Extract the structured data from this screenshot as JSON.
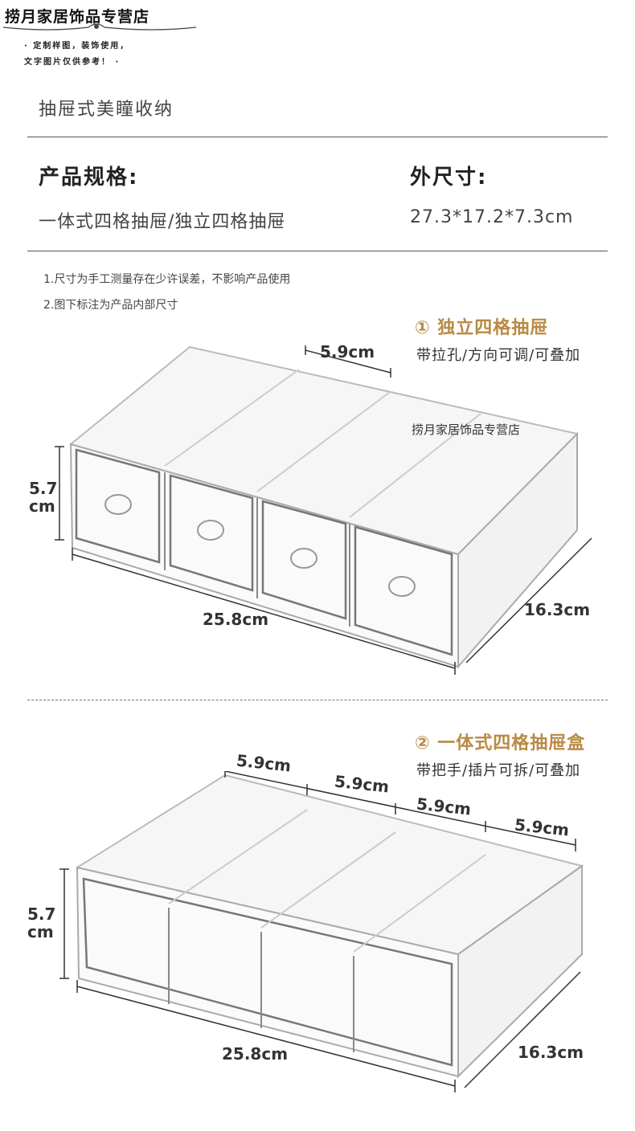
{
  "header": {
    "store_name": "捞月家居饰品专营店",
    "notice_line1": "· 定制样图，装饰使用，",
    "notice_line2": "文字图片仅供参考！ ·",
    "subtitle": "抽屉式美瞳收纳"
  },
  "specs": {
    "spec_label": "产品规格:",
    "spec_value": "一体式四格抽屉/独立四格抽屉",
    "size_label": "外尺寸:",
    "size_value": "27.3*17.2*7.3cm"
  },
  "notes": [
    "1.尺寸为手工测量存在少许误差，不影响产品使用",
    "2.图下标注为产品内部尺寸"
  ],
  "product1": {
    "title": "① 独立四格抽屉",
    "subtitle": "带拉孔/方向可调/可叠加",
    "watermark": "捞月家居饰品专营店",
    "dims": {
      "top_width": "5.9cm",
      "height_line1": "5.7",
      "height_line2": "cm",
      "length": "25.8cm",
      "depth": "16.3cm"
    }
  },
  "product2": {
    "title": "② 一体式四格抽屉盒",
    "subtitle": "带把手/插片可拆/可叠加",
    "dims": {
      "slot1": "5.9cm",
      "slot2": "5.9cm",
      "slot3": "5.9cm",
      "slot4": "5.9cm",
      "height_line1": "5.7",
      "height_line2": "cm",
      "length": "25.8cm",
      "depth": "16.3cm"
    }
  },
  "colors": {
    "accent_gold": "#b98a44",
    "text_dark": "#333333",
    "rule": "#555555"
  }
}
